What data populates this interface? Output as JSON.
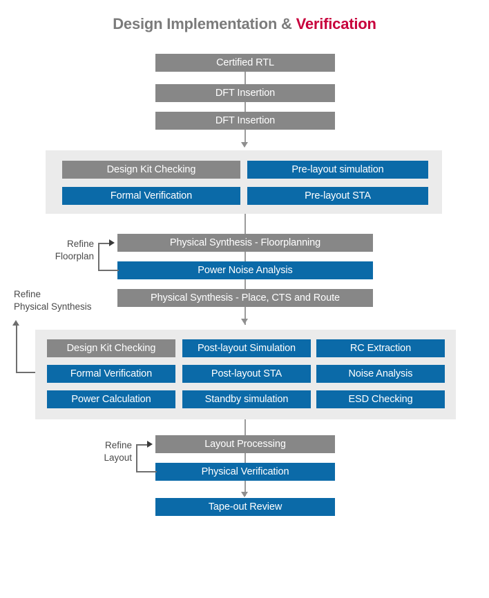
{
  "title": {
    "part_gray": "Design Implementation & ",
    "part_red": "Verification",
    "accent_color": "#c8003c",
    "gray_color": "#7b7b7b"
  },
  "colors": {
    "gray_box": "#878787",
    "blue_box": "#0b6aa8",
    "panel_bg": "#ebebeb",
    "connector": "#9a9a9a",
    "text_on_box": "#ffffff",
    "caption_text": "#4a4a4a"
  },
  "flow": {
    "top_stage": {
      "steps": [
        {
          "label": "Certified RTL",
          "color": "gray"
        },
        {
          "label": "DFT Insertion",
          "color": "gray"
        },
        {
          "label": "DFT Insertion",
          "color": "gray"
        }
      ]
    },
    "prelayout_group": {
      "items": [
        {
          "label": "Design Kit Checking",
          "color": "gray"
        },
        {
          "label": "Pre-layout simulation",
          "color": "blue"
        },
        {
          "label": "Formal Verification",
          "color": "blue"
        },
        {
          "label": "Pre-layout STA",
          "color": "blue"
        }
      ]
    },
    "synthesis_stage": {
      "steps": [
        {
          "label": "Physical Synthesis - Floorplanning",
          "color": "gray"
        },
        {
          "label": "Power Noise Analysis",
          "color": "blue"
        },
        {
          "label": "Physical Synthesis - Place, CTS and Route",
          "color": "gray"
        }
      ]
    },
    "postlayout_group": {
      "items": [
        {
          "label": "Design Kit Checking",
          "color": "gray"
        },
        {
          "label": "Post-layout Simulation",
          "color": "blue"
        },
        {
          "label": "RC Extraction",
          "color": "blue"
        },
        {
          "label": "Formal Verification",
          "color": "blue"
        },
        {
          "label": "Post-layout STA",
          "color": "blue"
        },
        {
          "label": "Noise Analysis",
          "color": "blue"
        },
        {
          "label": "Power Calculation",
          "color": "blue"
        },
        {
          "label": "Standby simulation",
          "color": "blue"
        },
        {
          "label": "ESD Checking",
          "color": "blue"
        }
      ]
    },
    "layout_stage": {
      "steps": [
        {
          "label": "Layout Processing",
          "color": "gray"
        },
        {
          "label": "Physical Verification",
          "color": "blue"
        },
        {
          "label": "Tape-out Review",
          "color": "blue"
        }
      ]
    }
  },
  "feedback_loops": [
    {
      "id": "refine-floorplan",
      "label": "Refine\nFloorplan",
      "align": "right"
    },
    {
      "id": "refine-physical-synthesis",
      "label": "Refine\nPhysical Synthesis",
      "align": "left"
    },
    {
      "id": "refine-layout",
      "label": "Refine\nLayout",
      "align": "right"
    }
  ]
}
